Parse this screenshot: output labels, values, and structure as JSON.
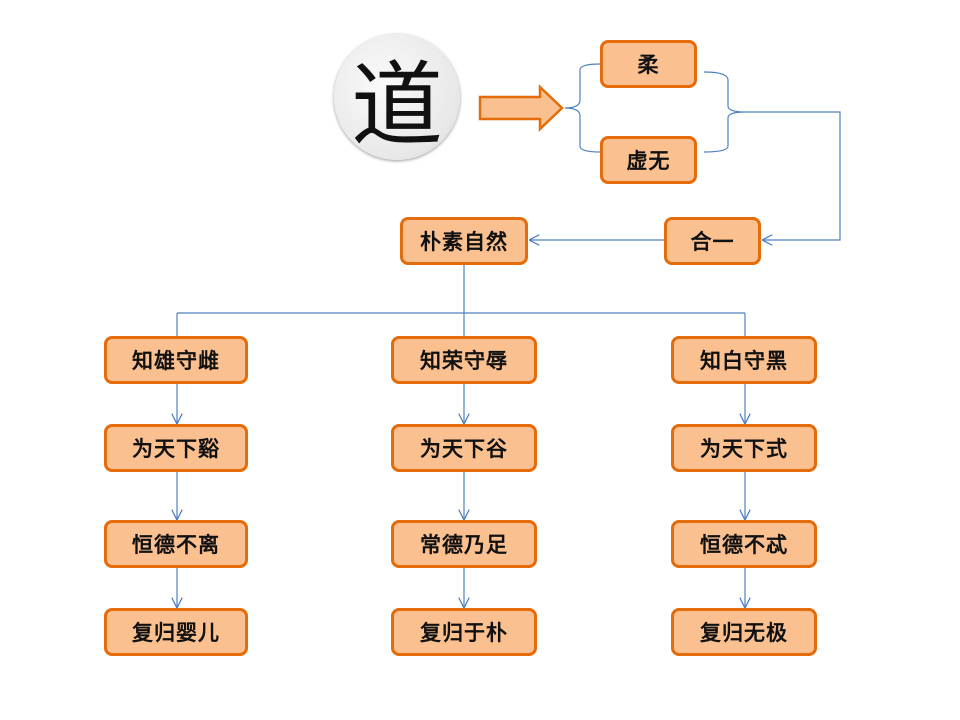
{
  "logo": {
    "character": "道"
  },
  "top": {
    "rou": "柔",
    "xuwu": "虚无",
    "heyi": "合一",
    "pusu": "朴素自然"
  },
  "columns": [
    {
      "items": [
        "知雄守雌",
        "为天下谿",
        "恒德不离",
        "复归婴儿"
      ]
    },
    {
      "items": [
        "知荣守辱",
        "为天下谷",
        "常德乃足",
        "复归于朴"
      ]
    },
    {
      "items": [
        "知白守黑",
        "为天下式",
        "恒德不忒",
        "复归无极"
      ]
    }
  ],
  "colors": {
    "box_fill": "#fac090",
    "box_border": "#e46c0a",
    "line": "#4f81bd"
  }
}
